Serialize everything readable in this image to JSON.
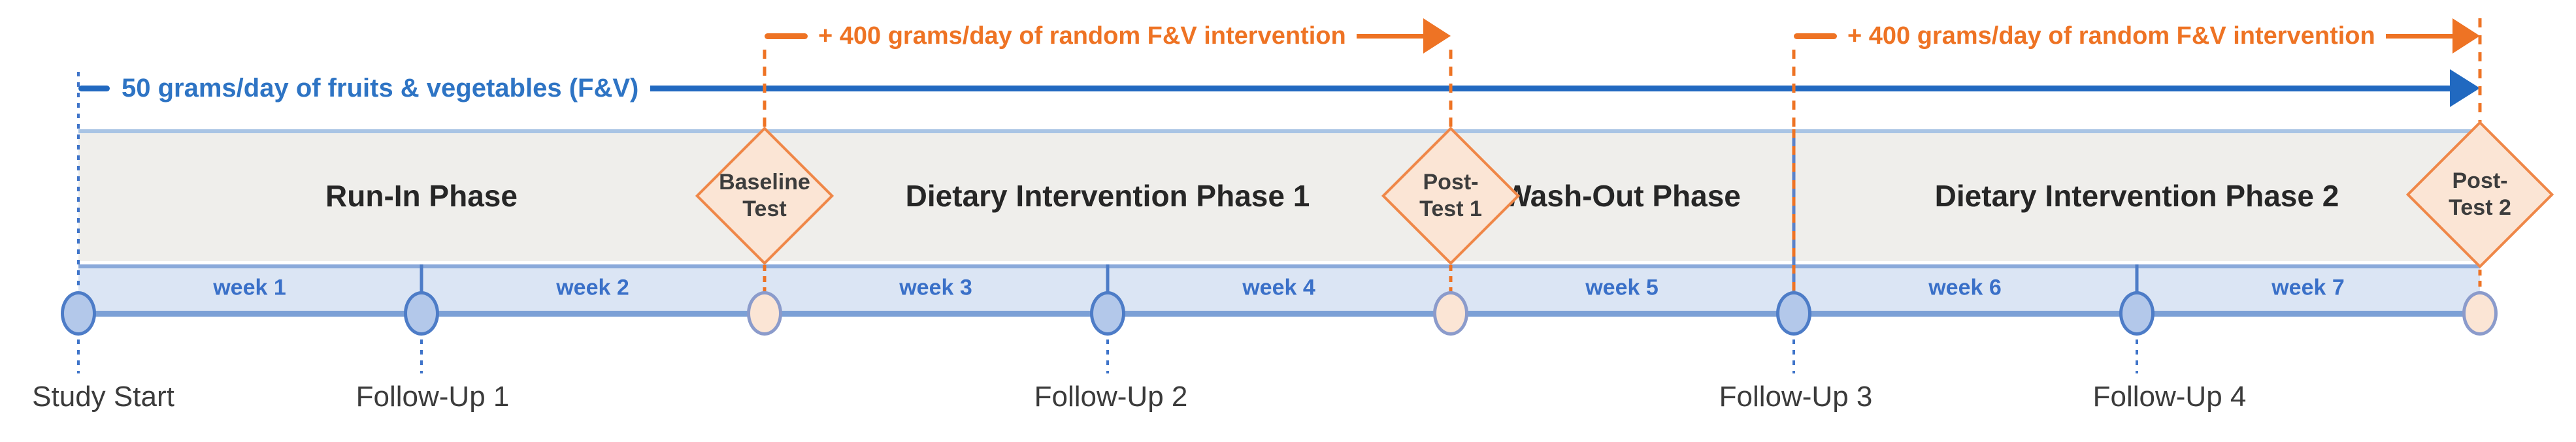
{
  "colors": {
    "orange": "#ee7324",
    "diamond_border": "#ef8748",
    "diamond_fill": "#fbe5d5",
    "blue_arrow": "#2169c0",
    "blue_arrow_text": "#2e74c4",
    "week_text": "#3a70c8",
    "week_band_fill": "#dbe5f4",
    "week_band_border": "#7ca0d6",
    "phase_band_fill": "#efeeeb",
    "phase_band_border": "#a9c4e4",
    "node_fill": "#b3c8ea",
    "node_border": "#4d7cc7",
    "node_peach_border": "#8b9bcb",
    "phase_text": "#262626",
    "milestone_text": "#3b3b3b"
  },
  "arrows": {
    "fv_baseline": {
      "label": "50 grams/day of fruits & vegetables (F&V)"
    },
    "intervention_1": {
      "label": "+ 400 grams/day of random F&V intervention"
    },
    "intervention_2": {
      "label": "+ 400 grams/day of random F&V intervention"
    }
  },
  "phases": [
    {
      "label": "Run-In Phase"
    },
    {
      "label": "Dietary Intervention Phase 1"
    },
    {
      "label": "Wash-Out Phase"
    },
    {
      "label": "Dietary Intervention Phase 2"
    }
  ],
  "weeks": [
    "week 1",
    "week 2",
    "week 3",
    "week 4",
    "week 5",
    "week 6",
    "week 7"
  ],
  "milestones": {
    "study_start": {
      "label": "Study Start"
    },
    "follow_up_1": {
      "label": "Follow-Up 1"
    },
    "baseline_test": {
      "diamond": [
        "Baseline",
        "Test"
      ]
    },
    "follow_up_2": {
      "label": "Follow-Up 2"
    },
    "post_test_1": {
      "diamond": [
        "Post-",
        "Test 1"
      ]
    },
    "follow_up_3": {
      "label": "Follow-Up 3"
    },
    "follow_up_4": {
      "label": "Follow-Up 4"
    },
    "post_test_2": {
      "diamond": [
        "Post-",
        "Test 2"
      ]
    }
  }
}
